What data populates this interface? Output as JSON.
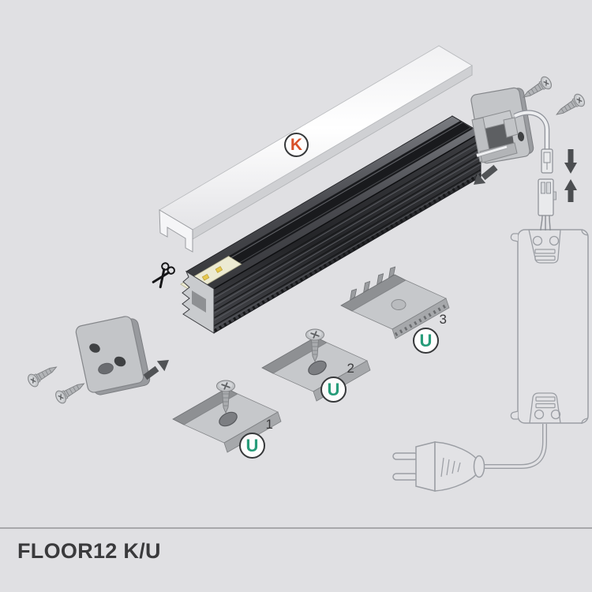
{
  "footer": {
    "product_name": "FLOOR12 K/U"
  },
  "markers": {
    "cover": {
      "letter": "K",
      "superscript": ""
    },
    "clip1": {
      "letter": "U",
      "superscript": "1"
    },
    "clip2": {
      "letter": "U",
      "superscript": "2"
    },
    "clip3": {
      "letter": "U",
      "superscript": "3"
    }
  },
  "icons": {
    "scissors": "✂",
    "arrow_insert_left_cap": "➜",
    "arrow_insert_right_cap": "➜",
    "connector_join_arrows": "⇅"
  },
  "colors": {
    "background": "#e0e0e3",
    "divider": "#a8a8ab",
    "title_text": "#3a3a3c",
    "marker_ring": "#36383a",
    "marker_k_letter": "#d8512a",
    "marker_u_letter": "#279c7a"
  }
}
